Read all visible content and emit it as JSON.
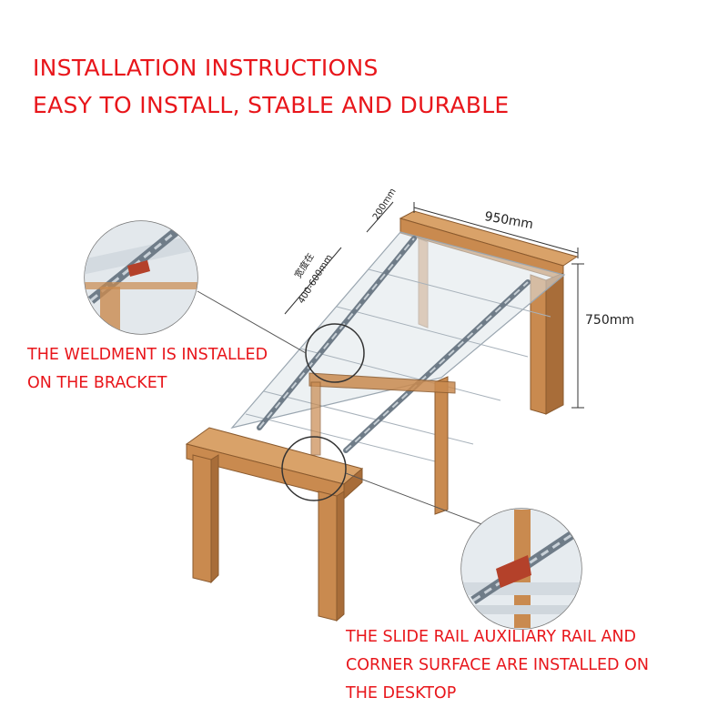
{
  "title": {
    "line1": "INSTALLATION INSTRUCTIONS",
    "line2": "EASY TO INSTALL, STABLE AND DURABLE"
  },
  "callouts": {
    "weldment": {
      "line1": "THE WELDMENT IS INSTALLED",
      "line2": "ON THE BRACKET"
    },
    "slide_rail": {
      "line1": "THE SLIDE RAIL AUXILIARY RAIL AND",
      "line2": "CORNER SURFACE ARE INSTALLED ON",
      "line3": "THE DESKTOP"
    }
  },
  "dimensions": {
    "depth": "950mm",
    "height": "750mm",
    "panel": "200mm",
    "width_cn": "宽度在",
    "width_range": "400-600mm"
  },
  "colors": {
    "text_red": "#e8161b",
    "wood": "#c98a4f",
    "wood_dark": "#9c6334",
    "glass": "#c9d2da",
    "rail": "#6f7c88"
  }
}
